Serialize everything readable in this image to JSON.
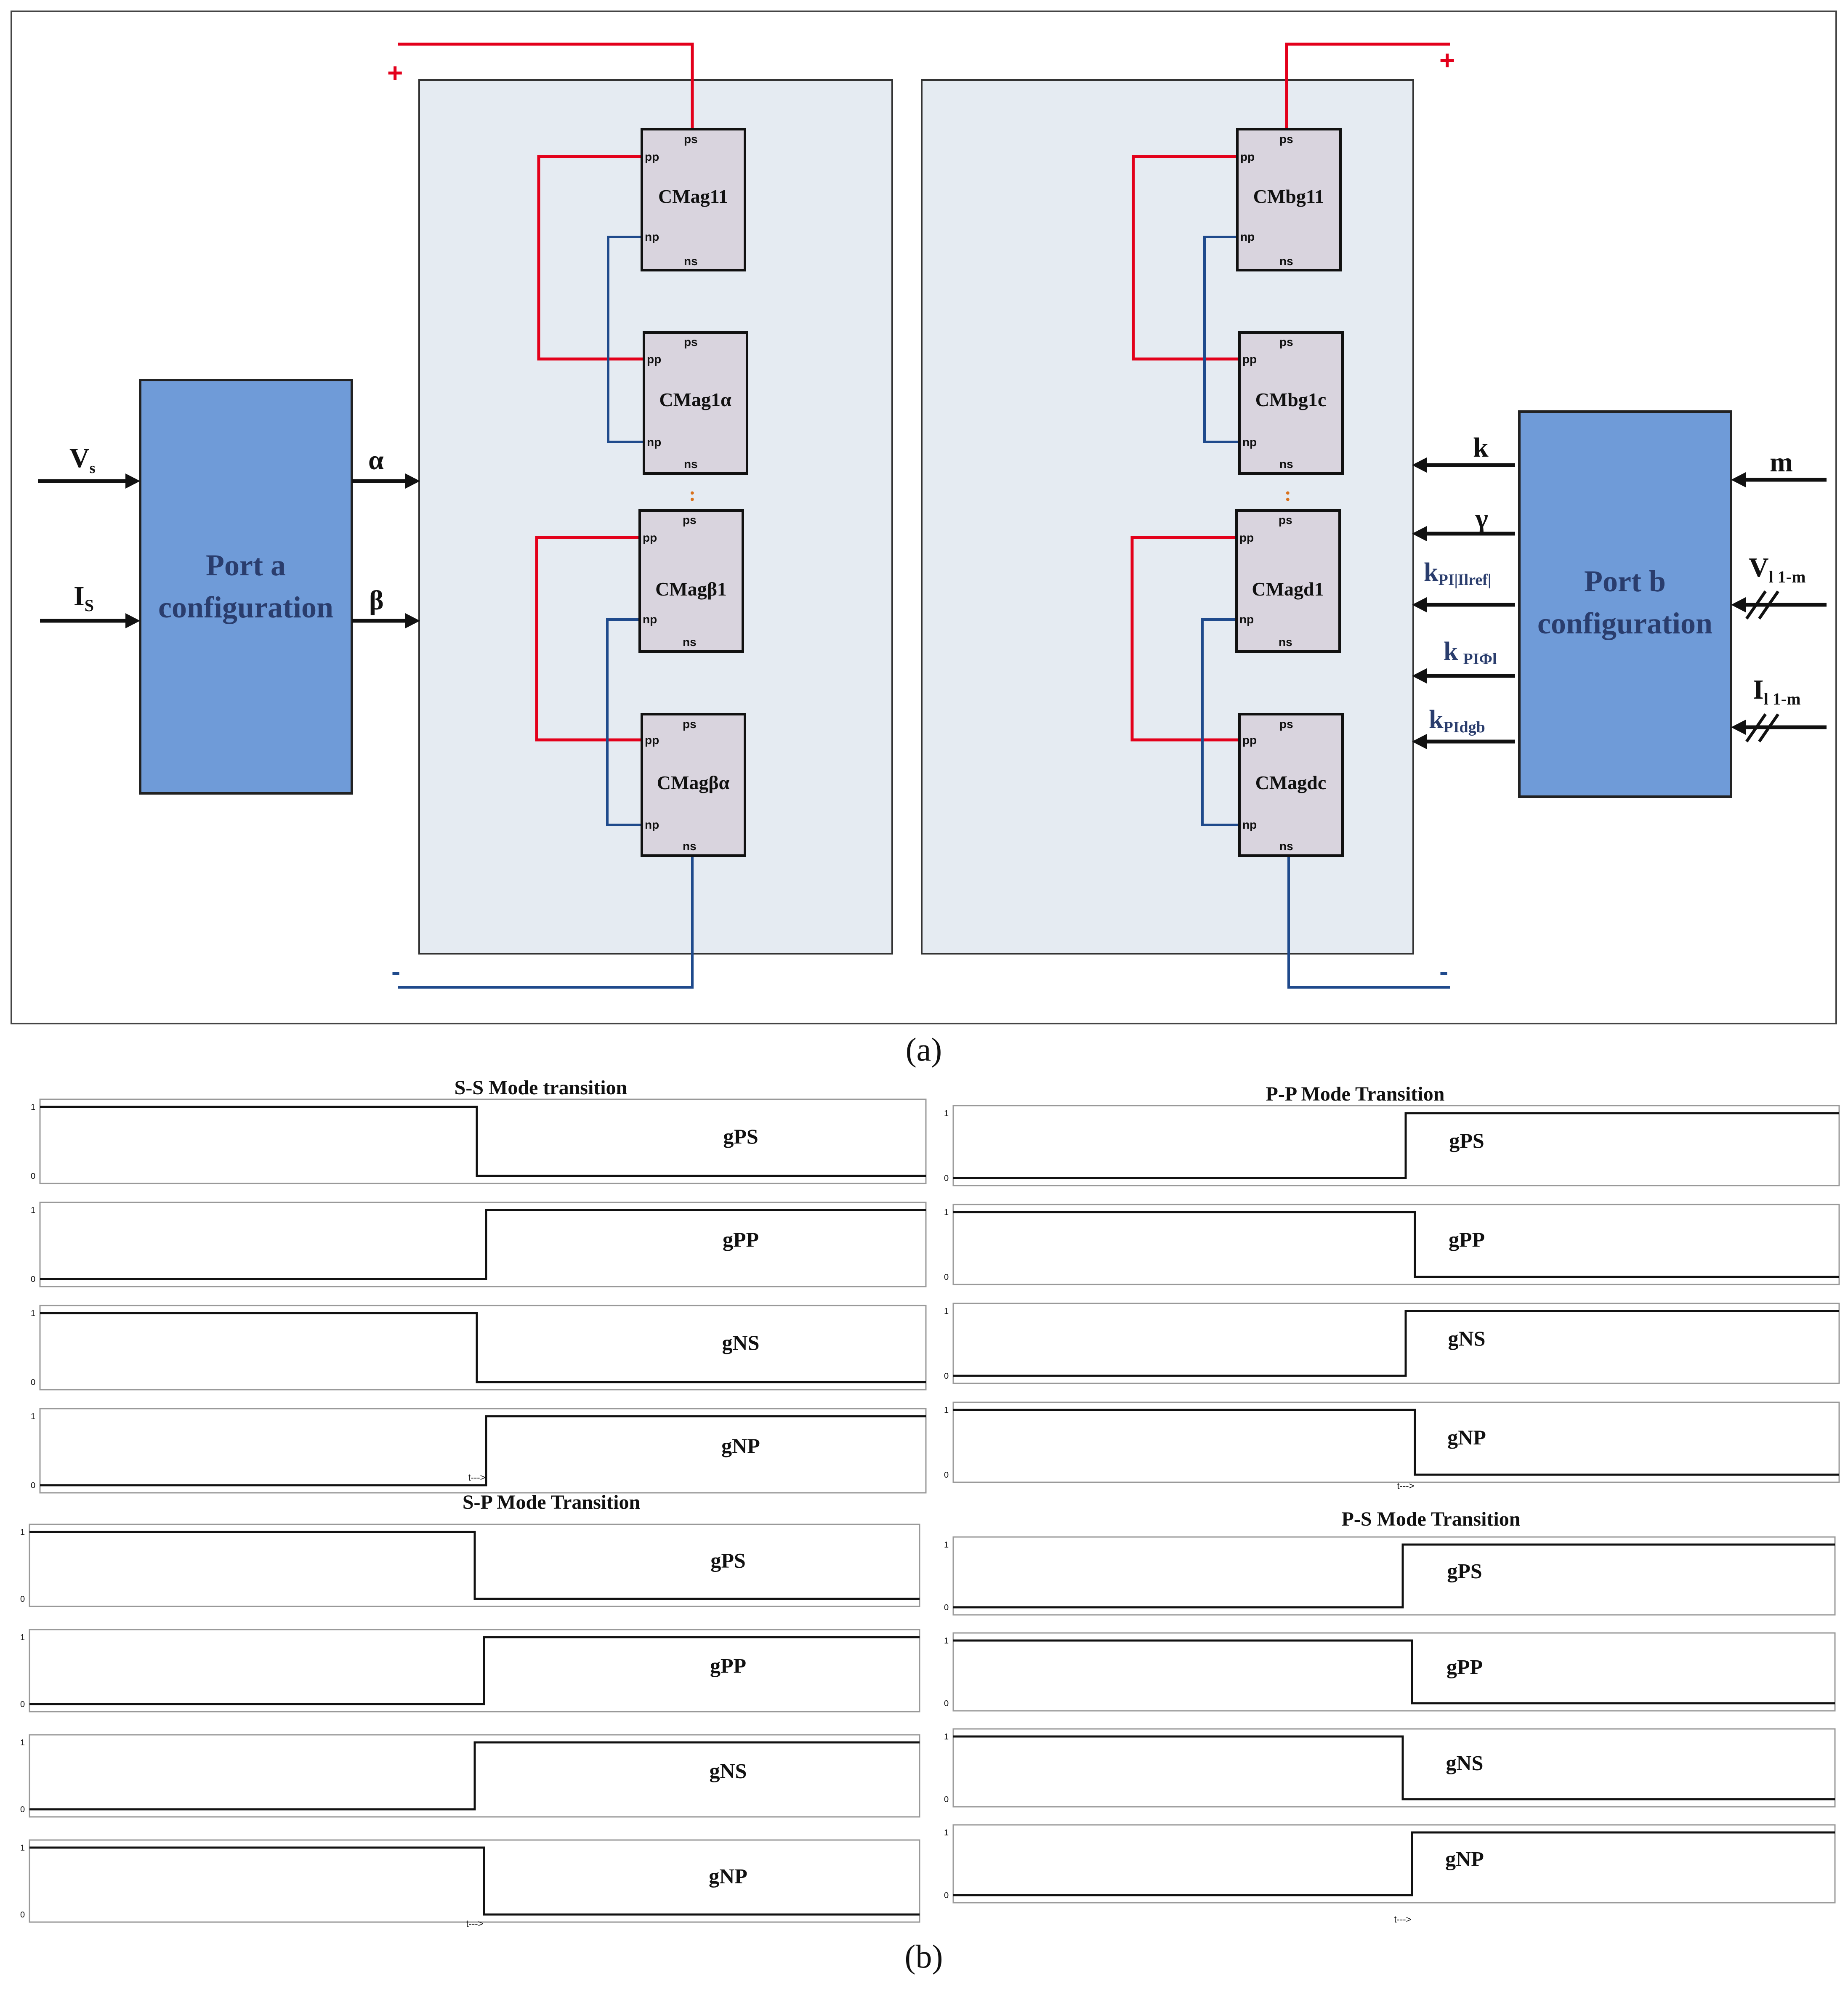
{
  "figure_a": {
    "caption": "(a)",
    "port_a": {
      "line1": "Port a",
      "line2": "configuration"
    },
    "port_b": {
      "line1": "Port b",
      "line2": "configuration"
    },
    "left_inputs": {
      "vs": "V",
      "vs_sub": "s",
      "is": "I",
      "is_sub": "S"
    },
    "left_outputs": {
      "alpha": "α",
      "beta": "β"
    },
    "right_inputs": {
      "m": "m",
      "vl": "V",
      "vl_sub": "l 1-m",
      "il": "I",
      "il_sub": "l 1-m"
    },
    "right_outputs": {
      "k": "k",
      "gamma": "γ",
      "kpi1": "k",
      "kpi1_sub": "PI|Ilref|",
      "kpi2": "k",
      "kpi2_sub": "PIΦl",
      "kpi3": "k",
      "kpi3_sub": "PIdgb"
    },
    "polarity": {
      "plus": "+",
      "minus": "-"
    },
    "pins": {
      "ps": "ps",
      "pp": "pp",
      "np": "np",
      "ns": "ns"
    },
    "dots": ":",
    "modules_left": [
      "CMag11",
      "CMag1α",
      "CMagβ1",
      "CMagβα"
    ],
    "modules_right": [
      "CMbg11",
      "CMbg1c",
      "CMagd1",
      "CMagdc"
    ],
    "colors": {
      "red": "#e3001b",
      "blue": "#1f4a8c",
      "port": "#6f9bd8",
      "panel": "#e5ebf2",
      "module": "#d9d4de"
    }
  },
  "figure_b": {
    "caption": "(b)",
    "time_label": "t--->",
    "charts": [
      {
        "title": "S-S Mode transition",
        "traces": [
          {
            "name": "gPS",
            "before": 1,
            "after": 0
          },
          {
            "name": "gPP",
            "before": 0,
            "after": 1
          },
          {
            "name": "gNS",
            "before": 1,
            "after": 0
          },
          {
            "name": "gNP",
            "before": 0,
            "after": 1
          }
        ]
      },
      {
        "title": "P-P Mode Transition",
        "traces": [
          {
            "name": "gPS",
            "before": 0,
            "after": 1
          },
          {
            "name": "gPP",
            "before": 1,
            "after": 0
          },
          {
            "name": "gNS",
            "before": 0,
            "after": 1
          },
          {
            "name": "gNP",
            "before": 1,
            "after": 0
          }
        ]
      },
      {
        "title": "S-P Mode Transition",
        "traces": [
          {
            "name": "gPS",
            "before": 1,
            "after": 0
          },
          {
            "name": "gPP",
            "before": 0,
            "after": 1
          },
          {
            "name": "gNS",
            "before": 0,
            "after": 1
          },
          {
            "name": "gNP",
            "before": 1,
            "after": 0
          }
        ]
      },
      {
        "title": "P-S Mode Transition",
        "traces": [
          {
            "name": "gPS",
            "before": 0,
            "after": 1
          },
          {
            "name": "gPP",
            "before": 1,
            "after": 0
          },
          {
            "name": "gNS",
            "before": 1,
            "after": 0
          },
          {
            "name": "gNP",
            "before": 0,
            "after": 1
          }
        ]
      }
    ],
    "ticks": [
      "0",
      "1"
    ]
  }
}
